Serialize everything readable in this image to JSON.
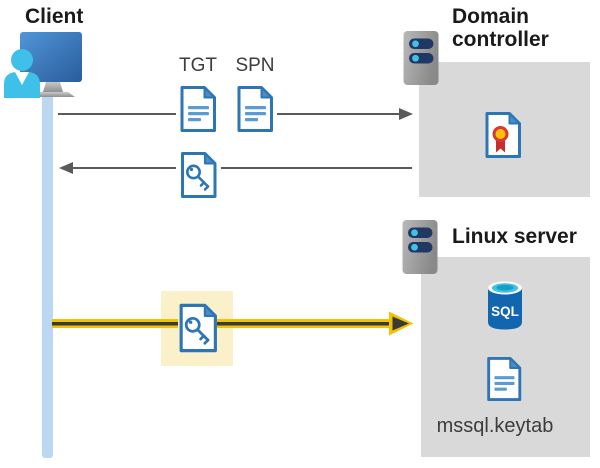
{
  "diagram": {
    "client": {
      "label": "Client"
    },
    "domain_controller": {
      "label": "Domain controller"
    },
    "linux_server": {
      "label": "Linux server",
      "database_label": "SQL",
      "keytab_caption": "mssql.keytab"
    },
    "tickets": {
      "tgt_label": "TGT",
      "spn_label": "SPN"
    }
  },
  "colors": {
    "document_blue": "#2E75B6",
    "document_fold_blue": "#4A8CC7",
    "document_line_blue": "#5B9BD5",
    "monitor_blue_top": "#5096D8",
    "monitor_blue_bottom": "#2A5C9C",
    "person_cyan": "#3FC0E8",
    "server_body_gray": "#A9A9A9",
    "server_slot_navy": "#1F3864",
    "server_led_cyan": "#41C0E8",
    "panel_gray": "#D9D9D9",
    "arrow_gray": "#5A5A5A",
    "timeline_blue": "#BCD7F2",
    "highlight_cream": "#FAF1CB",
    "kerberos_arrow_yellow": "#F2C300",
    "kerberos_arrow_core": "#3A3A3A",
    "certificate_gold": "#FFC107",
    "certificate_red": "#D73A31",
    "sql_cylinder_blue": "#1266B0",
    "sql_top_cyan": "#3FC3E6"
  }
}
